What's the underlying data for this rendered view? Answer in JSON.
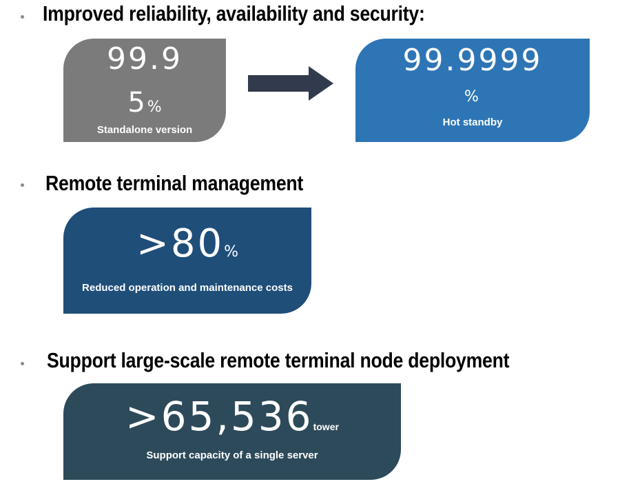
{
  "sections": [
    {
      "heading": "Improved reliability, availability and security:"
    },
    {
      "heading": "Remote terminal management"
    },
    {
      "heading": "Support large-scale remote terminal node deployment"
    }
  ],
  "cards": {
    "standalone": {
      "value_line1": "99.9",
      "value_line2": "5",
      "unit": "%",
      "caption": "Standalone version"
    },
    "hot_standby": {
      "value": "99.9999",
      "unit": "%",
      "caption": "Hot standby"
    },
    "remote_mgmt": {
      "value": ">80",
      "unit": "%",
      "caption": "Reduced operation and maintenance costs"
    },
    "capacity": {
      "value": ">65,536",
      "unit": "tower",
      "caption": "Support capacity of a single server"
    }
  },
  "colors": {
    "standalone_bg": "#7b7b7b",
    "hot_standby_bg": "#2e75b6",
    "remote_mgmt_bg": "#1f4e79",
    "capacity_bg": "#2d4a5a",
    "arrow": "#323a4d"
  },
  "icons": {
    "arrow": "right-arrow-icon"
  }
}
